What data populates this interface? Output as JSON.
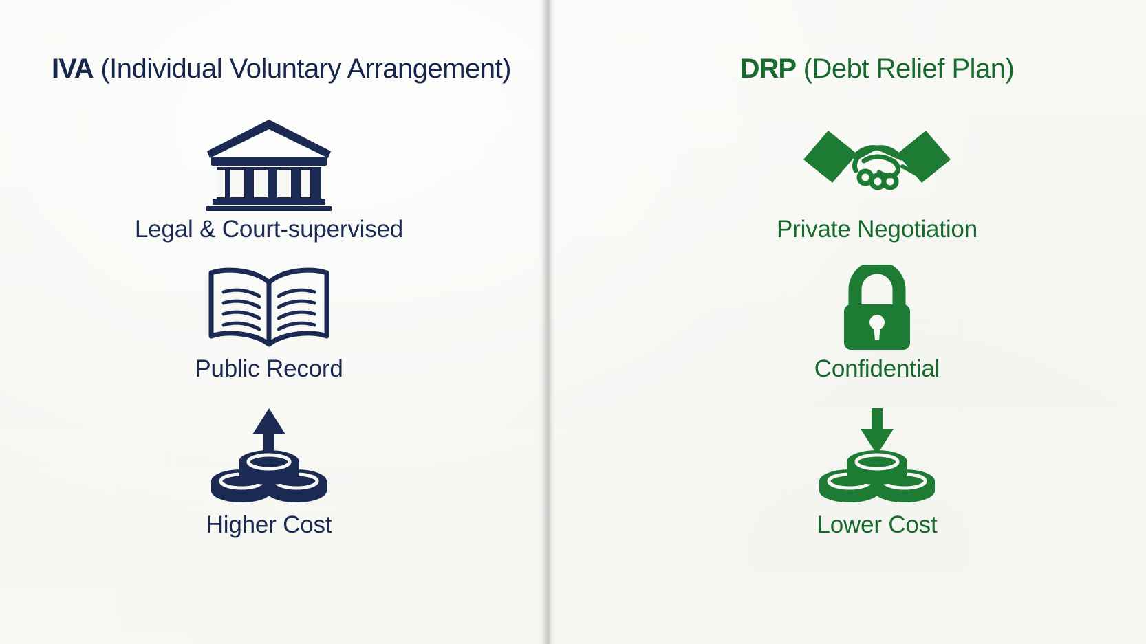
{
  "theme": {
    "background": "#f7f7f4",
    "divider_color": "#c6c6c4",
    "left_accent": "#1b2a53",
    "right_accent": "#176a2e"
  },
  "left_column": {
    "title_abbr": "IVA",
    "title_full": "(Individual Voluntary Arrangement)",
    "items": [
      {
        "icon": "courthouse-icon",
        "label": "Legal & Court-supervised"
      },
      {
        "icon": "open-book-icon",
        "label": "Public Record"
      },
      {
        "icon": "coins-up-arrow-icon",
        "label": "Higher Cost"
      }
    ]
  },
  "right_column": {
    "title_abbr": "DRP",
    "title_full": "(Debt Relief Plan)",
    "items": [
      {
        "icon": "handshake-icon",
        "label": "Private Negotiation"
      },
      {
        "icon": "padlock-icon",
        "label": "Confidential"
      },
      {
        "icon": "coins-down-arrow-icon",
        "label": "Lower Cost"
      }
    ]
  }
}
